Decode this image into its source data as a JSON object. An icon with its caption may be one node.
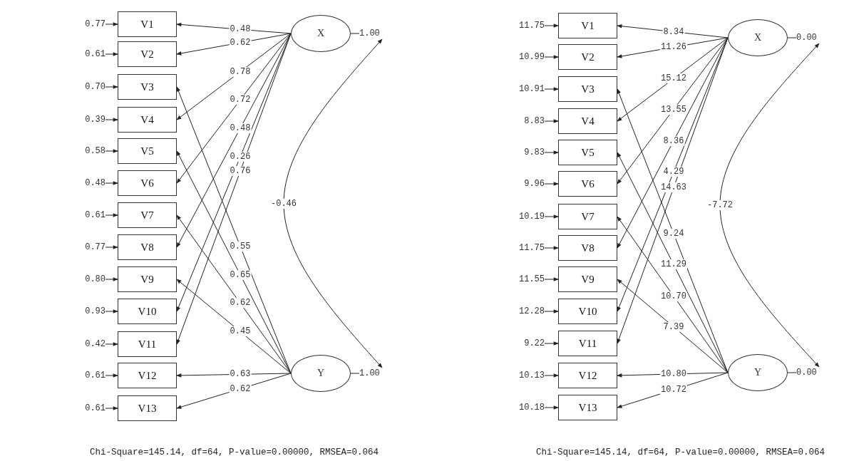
{
  "diagram": {
    "nodes": [
      {
        "text": [
          "0.77"
        ]
      },
      {
        "text": [
          "V1"
        ]
      },
      {
        "text": [
          "0.61"
        ]
      },
      {
        "text": [
          "V2"
        ]
      },
      {
        "text": [
          "0.70"
        ]
      },
      {
        "text": [
          "V3"
        ]
      },
      {
        "text": [
          "0.39"
        ]
      },
      {
        "text": [
          "V4"
        ]
      },
      {
        "text": [
          "0.58"
        ]
      },
      {
        "text": [
          "V5"
        ]
      },
      {
        "text": [
          "0.48"
        ]
      },
      {
        "text": [
          "V6"
        ]
      },
      {
        "text": [
          "0.61"
        ]
      },
      {
        "text": [
          "V7"
        ]
      },
      {
        "text": [
          "0.77"
        ]
      },
      {
        "text": [
          "V8"
        ]
      },
      {
        "text": [
          "0.80"
        ]
      },
      {
        "text": [
          "V9"
        ]
      },
      {
        "text": [
          "0.93"
        ]
      },
      {
        "text": [
          "V10"
        ]
      },
      {
        "text": [
          "0.42"
        ]
      },
      {
        "text": [
          "V11"
        ]
      },
      {
        "text": [
          "0.61"
        ]
      },
      {
        "text": [
          "V12"
        ]
      },
      {
        "text": [
          "0.61"
        ]
      },
      {
        "text": [
          "V13"
        ]
      },
      {
        "text": [
          "X"
        ]
      },
      {
        "text": [
          "1.00"
        ]
      },
      {
        "text": [
          "Y"
        ]
      },
      {
        "text": [
          "1.00"
        ]
      },
      {
        "text": [
          "11.75"
        ]
      },
      {
        "text": [
          "V1"
        ]
      },
      {
        "text": [
          "10.99"
        ]
      },
      {
        "text": [
          "V2"
        ]
      },
      {
        "text": [
          "10.91"
        ]
      },
      {
        "text": [
          "V3"
        ]
      },
      {
        "text": [
          "8.83"
        ]
      },
      {
        "text": [
          "V4"
        ]
      },
      {
        "text": [
          "9.83"
        ]
      },
      {
        "text": [
          "V5"
        ]
      },
      {
        "text": [
          "9.96"
        ]
      },
      {
        "text": [
          "V6"
        ]
      },
      {
        "text": [
          "10.19"
        ]
      },
      {
        "text": [
          "V7"
        ]
      },
      {
        "text": [
          "11.75"
        ]
      },
      {
        "text": [
          "V8"
        ]
      },
      {
        "text": [
          "11.55"
        ]
      },
      {
        "text": [
          "V9"
        ]
      },
      {
        "text": [
          "12.28"
        ]
      },
      {
        "text": [
          "V10"
        ]
      },
      {
        "text": [
          "9.22"
        ]
      },
      {
        "text": [
          "V11"
        ]
      },
      {
        "text": [
          "10.13"
        ]
      },
      {
        "text": [
          "V12"
        ]
      },
      {
        "text": [
          "10.18"
        ]
      },
      {
        "text": [
          "V13"
        ]
      },
      {
        "text": [
          "X"
        ]
      },
      {
        "text": [
          "0.00"
        ]
      },
      {
        "text": [
          "Y"
        ]
      },
      {
        "text": [
          "0.00"
        ]
      }
    ],
    "edges": [
      {
        "from": 0,
        "to": 1,
        "arrow": "to"
      },
      {
        "from": 2,
        "to": 3,
        "arrow": "to"
      },
      {
        "from": 4,
        "to": 5,
        "arrow": "to"
      },
      {
        "from": 6,
        "to": 7,
        "arrow": "to"
      },
      {
        "from": 8,
        "to": 9,
        "arrow": "to"
      },
      {
        "from": 10,
        "to": 11,
        "arrow": "to"
      },
      {
        "from": 12,
        "to": 13,
        "arrow": "to"
      },
      {
        "from": 14,
        "to": 15,
        "arrow": "to"
      },
      {
        "from": 16,
        "to": 17,
        "arrow": "to"
      },
      {
        "from": 18,
        "to": 19,
        "arrow": "to"
      },
      {
        "from": 20,
        "to": 21,
        "arrow": "to"
      },
      {
        "from": 22,
        "to": 23,
        "arrow": "to"
      },
      {
        "from": 24,
        "to": 25,
        "arrow": "to"
      },
      {
        "from": 26,
        "to": 1,
        "arrow": "to",
        "label": "0.48"
      },
      {
        "from": 26,
        "to": 3,
        "arrow": "to",
        "label": "0.62"
      },
      {
        "from": 28,
        "to": 5,
        "arrow": "to",
        "label": "0.55"
      },
      {
        "from": 26,
        "to": 7,
        "arrow": "to",
        "label": "0.78"
      },
      {
        "from": 28,
        "to": 9,
        "arrow": "to",
        "label": "0.65"
      },
      {
        "from": 26,
        "to": 11,
        "arrow": "to",
        "label": "0.72"
      },
      {
        "from": 28,
        "to": 13,
        "arrow": "to",
        "label": "0.62"
      },
      {
        "from": 26,
        "to": 15,
        "arrow": "to",
        "label": "0.48"
      },
      {
        "from": 28,
        "to": 17,
        "arrow": "to",
        "label": "0.45"
      },
      {
        "from": 26,
        "to": 19,
        "arrow": "to",
        "label": "0.26"
      },
      {
        "from": 26,
        "to": 21,
        "arrow": "to",
        "label": "0.76"
      },
      {
        "from": 28,
        "to": 23,
        "arrow": "to",
        "label": "0.63"
      },
      {
        "from": 28,
        "to": 25,
        "arrow": "to",
        "label": "0.62"
      },
      {
        "from": 26,
        "to": 27,
        "arrow": "none"
      },
      {
        "from": 28,
        "to": 29,
        "arrow": "none"
      },
      {
        "from": 27,
        "to": 29,
        "arrow": "both",
        "label": "-0.46"
      },
      {
        "from": 30,
        "to": 31,
        "arrow": "to"
      },
      {
        "from": 32,
        "to": 33,
        "arrow": "to"
      },
      {
        "from": 34,
        "to": 35,
        "arrow": "to"
      },
      {
        "from": 36,
        "to": 37,
        "arrow": "to"
      },
      {
        "from": 38,
        "to": 39,
        "arrow": "to"
      },
      {
        "from": 40,
        "to": 41,
        "arrow": "to"
      },
      {
        "from": 42,
        "to": 43,
        "arrow": "to"
      },
      {
        "from": 44,
        "to": 45,
        "arrow": "to"
      },
      {
        "from": 46,
        "to": 47,
        "arrow": "to"
      },
      {
        "from": 48,
        "to": 49,
        "arrow": "to"
      },
      {
        "from": 50,
        "to": 51,
        "arrow": "to"
      },
      {
        "from": 52,
        "to": 53,
        "arrow": "to"
      },
      {
        "from": 54,
        "to": 55,
        "arrow": "to"
      },
      {
        "from": 56,
        "to": 31,
        "arrow": "to",
        "label": "8.34"
      },
      {
        "from": 56,
        "to": 33,
        "arrow": "to",
        "label": "11.26"
      },
      {
        "from": 58,
        "to": 35,
        "arrow": "to",
        "label": "9.24"
      },
      {
        "from": 56,
        "to": 37,
        "arrow": "to",
        "label": "15.12"
      },
      {
        "from": 58,
        "to": 39,
        "arrow": "to",
        "label": "11.29"
      },
      {
        "from": 56,
        "to": 41,
        "arrow": "to",
        "label": "13.55"
      },
      {
        "from": 58,
        "to": 43,
        "arrow": "to",
        "label": "10.70"
      },
      {
        "from": 56,
        "to": 45,
        "arrow": "to",
        "label": "8.36"
      },
      {
        "from": 58,
        "to": 47,
        "arrow": "to",
        "label": "7.39"
      },
      {
        "from": 56,
        "to": 49,
        "arrow": "to",
        "label": "4.29"
      },
      {
        "from": 56,
        "to": 51,
        "arrow": "to",
        "label": "14.63"
      },
      {
        "from": 58,
        "to": 53,
        "arrow": "to",
        "label": "10.80"
      },
      {
        "from": 58,
        "to": 55,
        "arrow": "to",
        "label": "10.72"
      },
      {
        "from": 56,
        "to": 57,
        "arrow": "none"
      },
      {
        "from": 58,
        "to": 59,
        "arrow": "none"
      },
      {
        "from": 57,
        "to": 59,
        "arrow": "both",
        "label": "-7.72"
      }
    ],
    "labels": [
      "Chi-Square=145.14, df=64, P-value=0.00000, RMSEA=0.064",
      "Chi-Square=145.14, df=64, P-value=0.00000, RMSEA=0.064"
    ]
  }
}
